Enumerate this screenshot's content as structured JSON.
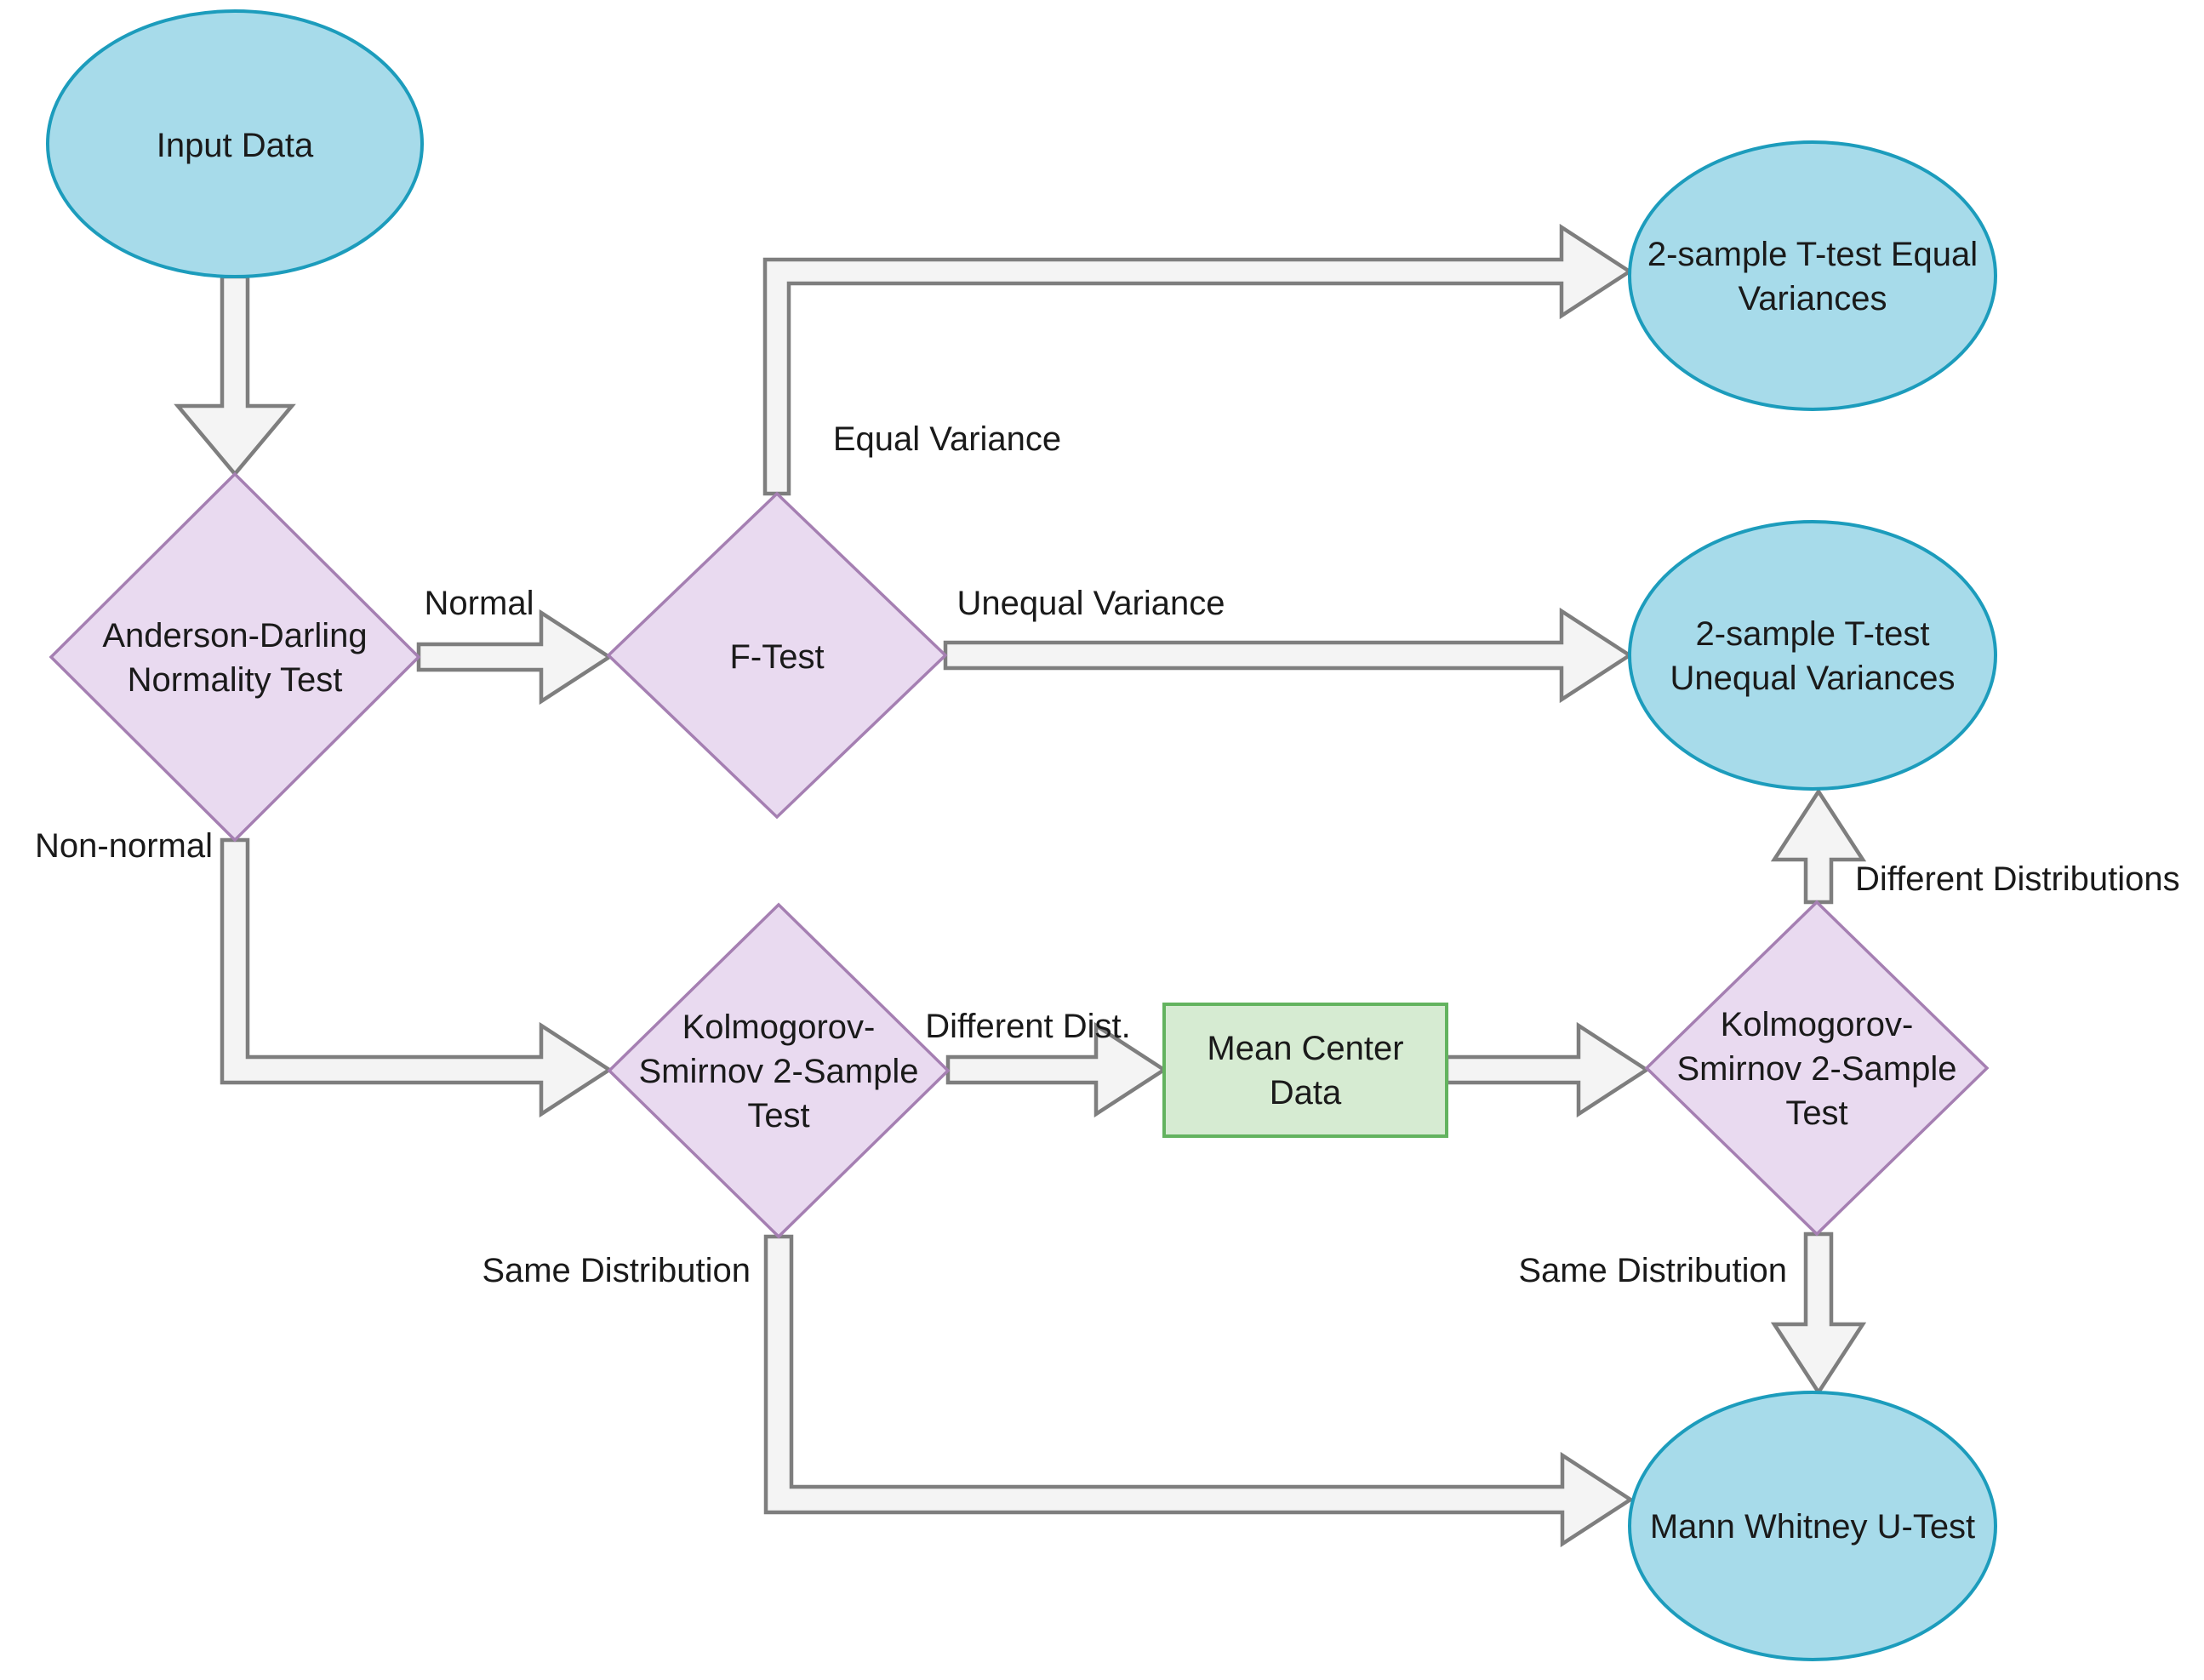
{
  "diagram": {
    "title": "Statistical test selection flowchart",
    "colors": {
      "background": "#ffffff",
      "terminal_fill": "#a7dbea",
      "terminal_stroke": "#1c9cbc",
      "decision_fill": "#e9daf0",
      "decision_stroke": "#a57fb2",
      "process_fill": "#d6ebd2",
      "process_stroke": "#63b35f",
      "arrow_fill": "#f4f4f4",
      "arrow_stroke": "#7e7e7e",
      "text": "#1a1a1a"
    }
  },
  "nodes": {
    "input_data": {
      "type": "terminal",
      "label": "Input Data"
    },
    "anderson_darling": {
      "type": "decision",
      "lines": [
        "Anderson-Darling",
        "Normality Test"
      ]
    },
    "f_test": {
      "type": "decision",
      "label": "F-Test"
    },
    "ttest_equal": {
      "type": "terminal",
      "lines": [
        "2-sample T-test Equal",
        "Variances"
      ]
    },
    "ttest_unequal": {
      "type": "terminal",
      "lines": [
        "2-sample T-test",
        "Unequal Variances"
      ]
    },
    "ks_test_1": {
      "type": "decision",
      "lines": [
        "Kolmogorov-",
        "Smirnov 2-Sample",
        "Test"
      ]
    },
    "mean_center": {
      "type": "process",
      "lines": [
        "Mean Center",
        "Data"
      ]
    },
    "ks_test_2": {
      "type": "decision",
      "lines": [
        "Kolmogorov-",
        "Smirnov 2-Sample",
        "Test"
      ]
    },
    "mann_whitney": {
      "type": "terminal",
      "label": "Mann Whitney U-Test"
    }
  },
  "edge_labels": {
    "normal": "Normal",
    "non_normal": "Non-normal",
    "equal_variance": "Equal Variance",
    "unequal_variance": "Unequal Variance",
    "different_dist": "Different Dist.",
    "different_distributions": "Different Distributions",
    "same_distribution_left": "Same Distribution",
    "same_distribution_right": "Same Distribution"
  }
}
